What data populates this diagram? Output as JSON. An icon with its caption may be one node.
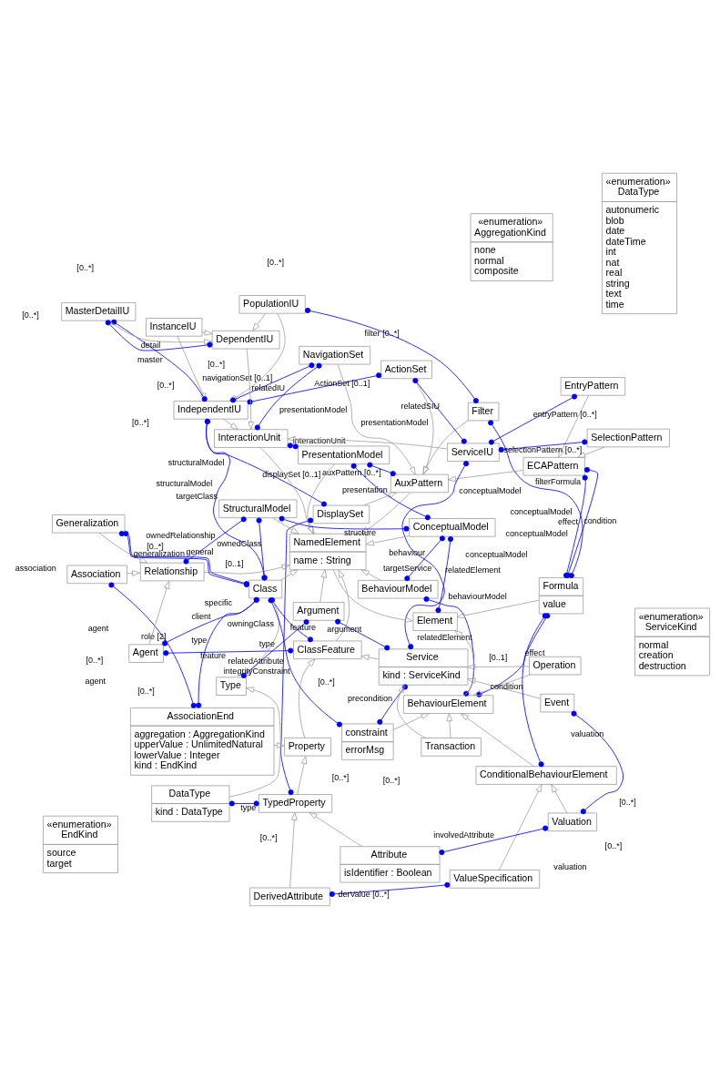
{
  "diagram": {
    "nodes": [
      {
        "text": [
          "«enumeration»",
          "DataType",
          "autonumeric",
          "blob",
          "date",
          "dateTime",
          "int",
          "nat",
          "real",
          "string",
          "text",
          "time"
        ]
      },
      {
        "text": [
          "«enumeration»",
          "ServiceKind",
          "normal",
          "creation",
          "destruction"
        ]
      },
      {
        "text": [
          "«enumeration»",
          "AggregationKind",
          "none",
          "normal",
          "composite"
        ]
      },
      {
        "text": [
          "«enumeration»",
          "EndKind",
          "source",
          "target"
        ]
      },
      {
        "text": [
          "PopulationIU"
        ]
      },
      {
        "text": [
          "Filter"
        ]
      },
      {
        "text": [
          "AuxPattern"
        ]
      },
      {
        "text": [
          "InstanceIU"
        ]
      },
      {
        "text": [
          "IndependentIU"
        ]
      },
      {
        "text": [
          "DependentIU"
        ]
      },
      {
        "text": [
          "PresentationModel"
        ]
      },
      {
        "text": [
          "InteractionUnit"
        ]
      },
      {
        "text": [
          "MasterDetailIU"
        ]
      },
      {
        "text": [
          "NavigationSet"
        ]
      },
      {
        "text": [
          "ActionSet"
        ]
      },
      {
        "text": [
          "DisplaySet"
        ]
      },
      {
        "text": [
          "ECAPattern"
        ]
      },
      {
        "text": [
          "EntryPattern"
        ]
      },
      {
        "text": [
          "SelectionPattern"
        ]
      },
      {
        "text": [
          "ServiceIU"
        ]
      },
      {
        "text": [
          "ValueSpecification"
        ]
      },
      {
        "text": [
          "Element"
        ]
      },
      {
        "text": [
          "NamedElement",
          "name : String"
        ]
      },
      {
        "text": [
          "Association"
        ]
      },
      {
        "text": [
          "AssociationEnd",
          "aggregation : AggregationKind",
          "upperValue : UnlimitedNatural",
          "lowerValue : Integer",
          "kind : EndKind"
        ]
      },
      {
        "text": [
          "Relationship"
        ]
      },
      {
        "text": [
          "Generalization"
        ]
      },
      {
        "text": [
          "Agent"
        ]
      },
      {
        "text": [
          "Property"
        ]
      },
      {
        "text": [
          "TypedProperty"
        ]
      },
      {
        "text": [
          "DerivedAttribute"
        ]
      },
      {
        "text": [
          "Attribute",
          "isIdentifier : Boolean"
        ]
      },
      {
        "text": [
          "ConceptualModel"
        ]
      },
      {
        "text": [
          "StructuralModel"
        ]
      },
      {
        "text": [
          "Class"
        ]
      },
      {
        "text": [
          "ClassFeature"
        ]
      },
      {
        "text": [
          "DataType",
          "kind : DataType"
        ]
      },
      {
        "text": [
          "Type"
        ]
      },
      {
        "text": [
          "Argument"
        ]
      },
      {
        "text": [
          "Service",
          "kind : ServiceKind"
        ]
      },
      {
        "text": [
          "Event"
        ]
      },
      {
        "text": [
          "Valuation"
        ]
      },
      {
        "text": [
          "BehaviourModel"
        ]
      },
      {
        "text": [
          "BehaviourElement"
        ]
      },
      {
        "text": [
          "constraint",
          "errorMsg"
        ]
      },
      {
        "text": [
          "Transaction"
        ]
      },
      {
        "text": [
          "Operation"
        ]
      },
      {
        "text": [
          "ConditionalBehaviourElement"
        ]
      },
      {
        "text": [
          "Formula",
          "value"
        ]
      }
    ],
    "edges": [
      {
        "from": 4,
        "to": 8,
        "arrow": "to"
      },
      {
        "from": 4,
        "to": 9,
        "arrow": "to"
      },
      {
        "from": 7,
        "to": 8,
        "arrow": "to"
      },
      {
        "from": 7,
        "to": 9,
        "arrow": "to"
      },
      {
        "from": 12,
        "to": 9,
        "arrow": "to"
      },
      {
        "from": 8,
        "to": 11,
        "arrow": "to"
      },
      {
        "from": 9,
        "to": 11,
        "arrow": "to"
      },
      {
        "from": 19,
        "to": 11,
        "arrow": "to"
      },
      {
        "from": 5,
        "to": 6,
        "arrow": "to"
      },
      {
        "from": 13,
        "to": 6,
        "arrow": "to"
      },
      {
        "from": 14,
        "to": 6,
        "arrow": "to"
      },
      {
        "from": 15,
        "to": 6,
        "arrow": "to"
      },
      {
        "from": 16,
        "to": 6,
        "arrow": "to"
      },
      {
        "from": 17,
        "to": 16,
        "arrow": "to"
      },
      {
        "from": 18,
        "to": 16,
        "arrow": "to"
      },
      {
        "from": 10,
        "to": 22,
        "arrow": "to"
      },
      {
        "from": 6,
        "to": 22,
        "arrow": "to"
      },
      {
        "from": 11,
        "to": 22,
        "arrow": "to"
      },
      {
        "from": 22,
        "to": 21,
        "arrow": "to"
      },
      {
        "from": 25,
        "to": 22,
        "arrow": "to"
      },
      {
        "from": 23,
        "to": 25,
        "arrow": "to"
      },
      {
        "from": 26,
        "to": 25,
        "arrow": "to"
      },
      {
        "from": 27,
        "to": 25,
        "arrow": "to"
      },
      {
        "from": 35,
        "to": 22,
        "arrow": "to"
      },
      {
        "from": 34,
        "to": 22,
        "arrow": "to"
      },
      {
        "from": 32,
        "to": 22,
        "arrow": "to"
      },
      {
        "from": 33,
        "to": 22,
        "arrow": "to"
      },
      {
        "from": 42,
        "to": 22,
        "arrow": "to"
      },
      {
        "from": 38,
        "to": 22,
        "arrow": "to"
      },
      {
        "from": 43,
        "to": 21,
        "arrow": "to"
      },
      {
        "from": 48,
        "to": 21,
        "arrow": "to"
      },
      {
        "from": 34,
        "to": 37,
        "arrow": "to"
      },
      {
        "from": 36,
        "to": 37,
        "arrow": "to"
      },
      {
        "from": 24,
        "to": 28,
        "arrow": "to"
      },
      {
        "from": 28,
        "to": 35,
        "arrow": "to"
      },
      {
        "from": 29,
        "to": 28,
        "arrow": "to"
      },
      {
        "from": 30,
        "to": 29,
        "arrow": "to"
      },
      {
        "from": 31,
        "to": 29,
        "arrow": "to"
      },
      {
        "from": 39,
        "to": 35,
        "arrow": "to"
      },
      {
        "from": 40,
        "to": 39,
        "arrow": "to"
      },
      {
        "from": 45,
        "to": 39,
        "arrow": "to"
      },
      {
        "from": 46,
        "to": 39,
        "arrow": "to"
      },
      {
        "from": 44,
        "to": 43,
        "arrow": "to"
      },
      {
        "from": 45,
        "to": 43,
        "arrow": "to"
      },
      {
        "from": 46,
        "to": 43,
        "arrow": "to"
      },
      {
        "from": 47,
        "to": 43,
        "arrow": "to"
      },
      {
        "from": 20,
        "to": 47,
        "arrow": "to"
      },
      {
        "from": 41,
        "to": 47,
        "arrow": "to"
      },
      {
        "from": 4,
        "to": 5,
        "arrow": "other",
        "label": "filter [0..*]",
        "color": "#0000ff"
      },
      {
        "from": 5,
        "to": 48,
        "arrow": "other",
        "label": "filterFormula",
        "color": "#0000ff"
      },
      {
        "from": 10,
        "to": 6,
        "arrow": "other",
        "label": "auxPattern [0..*]",
        "color": "#0000ff"
      },
      {
        "from": 10,
        "to": 11,
        "arrow": "other",
        "label": "interactionUnit",
        "color": "#0000ff"
      },
      {
        "from": 32,
        "to": 10,
        "arrow": "other",
        "label": "presentation",
        "color": "#0000ff"
      },
      {
        "from": 11,
        "to": 13,
        "arrow": "other",
        "label": "relatedIU",
        "color": "#0000ff"
      },
      {
        "from": 8,
        "to": 15,
        "arrow": "other",
        "label": "displaySet [0..1]",
        "color": "#0000ff"
      },
      {
        "from": 8,
        "to": 14,
        "arrow": "other",
        "label": "ActionSet [0..1]",
        "color": "#0000ff"
      },
      {
        "from": 8,
        "to": 13,
        "arrow": "other",
        "label": "navigationSet [0..1]",
        "color": "#0000ff"
      },
      {
        "from": 12,
        "to": 8,
        "arrow": "other",
        "label": "master",
        "color": "#0000ff"
      },
      {
        "from": 12,
        "to": 9,
        "arrow": "other",
        "label": "detail",
        "color": "#0000ff"
      },
      {
        "from": 8,
        "to": 34,
        "arrow": "other",
        "label": "targetClass",
        "color": "#0000ff"
      },
      {
        "from": 14,
        "to": 19,
        "arrow": "other",
        "label": "relatedSIU",
        "color": "#0000ff"
      },
      {
        "from": 15,
        "to": 29,
        "arrow": "other",
        "label": "relatedAttribute",
        "color": "#0000ff"
      },
      {
        "from": 16,
        "to": 48,
        "arrow": "other",
        "label": "condition",
        "color": "#0000ff"
      },
      {
        "from": 16,
        "to": 48,
        "arrow": "other",
        "label": "effect",
        "color": "#0000ff"
      },
      {
        "from": 19,
        "to": 17,
        "arrow": "other",
        "label": "entryPattern [0..*]",
        "color": "#0000ff"
      },
      {
        "from": 19,
        "to": 18,
        "arrow": "other",
        "label": "selectionPattern [0..*]",
        "color": "#0000ff"
      },
      {
        "from": 19,
        "to": 39,
        "arrow": "other",
        "label": "targetService",
        "color": "#0000ff"
      },
      {
        "from": 30,
        "to": 20,
        "arrow": "other",
        "label": "derValue [0..*]",
        "color": "#0000ff"
      },
      {
        "from": 32,
        "to": 21,
        "arrow": "other",
        "label": "relatedElement",
        "color": "#0000ff"
      },
      {
        "from": 23,
        "to": 24,
        "arrow": "other",
        "label": "role [2]",
        "color": "#0000ff"
      },
      {
        "from": 24,
        "to": 34,
        "arrow": "other",
        "label": "type",
        "color": "#0000ff"
      },
      {
        "from": 33,
        "to": 25,
        "arrow": "other",
        "label": "ownedRelationship",
        "color": "#0000ff"
      },
      {
        "from": 34,
        "to": 26,
        "arrow": "other",
        "label": "generalization",
        "color": "#0000ff"
      },
      {
        "from": 26,
        "to": 34,
        "arrow": "other",
        "label": "general",
        "color": "#0000ff"
      },
      {
        "from": 33,
        "to": 34,
        "arrow": "other",
        "label": "ownedClass",
        "color": "#0000ff"
      },
      {
        "from": 32,
        "to": 33,
        "arrow": "other",
        "label": "structure",
        "color": "#0000ff"
      },
      {
        "from": 32,
        "to": 42,
        "arrow": "other",
        "label": "behaviour",
        "color": "#0000ff"
      },
      {
        "from": 42,
        "to": 43,
        "arrow": "other",
        "label": "relatedElement",
        "color": "#0000ff"
      },
      {
        "from": 34,
        "to": 27,
        "arrow": "other",
        "label": "client",
        "color": "#0000ff"
      },
      {
        "from": 27,
        "to": 35,
        "arrow": "other",
        "label": "feature",
        "color": "#0000ff"
      },
      {
        "from": 34,
        "to": 35,
        "arrow": "other",
        "label": "feature",
        "color": "#0000ff"
      },
      {
        "from": 34,
        "to": 44,
        "arrow": "other",
        "label": "integrityConstraint",
        "color": "#0000ff"
      },
      {
        "from": 29,
        "to": 36,
        "arrow": "other",
        "label": "type",
        "color": "#0000ff"
      },
      {
        "from": 31,
        "to": 41,
        "arrow": "other",
        "label": "involvedAttribute",
        "color": "#0000ff"
      },
      {
        "from": 37,
        "to": 38,
        "arrow": "other",
        "label": "type",
        "color": "#0000ff"
      },
      {
        "from": 38,
        "to": 39,
        "arrow": "other",
        "label": "argument",
        "color": "#0000ff"
      },
      {
        "from": 40,
        "to": 41,
        "arrow": "other",
        "label": "valuation",
        "color": "#0000ff"
      },
      {
        "from": 39,
        "to": 44,
        "arrow": "other",
        "label": "precondition",
        "color": "#0000ff"
      },
      {
        "from": 43,
        "to": 48,
        "arrow": "other",
        "label": "effect",
        "color": "#0000ff"
      },
      {
        "from": 47,
        "to": 48,
        "arrow": "other",
        "label": "condition",
        "color": "#0000ff"
      }
    ],
    "labels": [
      "[0..*]",
      "presentationModel",
      "presentationModel",
      "conceptualModel",
      "[0..*]",
      "[0..*]",
      "[0..*]",
      "[0..*]",
      "[0..*]",
      "[0..*]",
      "conceptualModel",
      "association",
      "[0..*]",
      "structuralModel",
      "specific",
      "structuralModel",
      "conceptualModel",
      "conceptualModel",
      "behaviourModel",
      "[0..*]",
      "agent",
      "agent",
      "[0..*]",
      "owningClass",
      "[0..*]",
      "[0..1]",
      "[0..*]",
      "valuation",
      "[0..*]",
      "[0..*]",
      "[0..1]",
      "[0..*]"
    ]
  }
}
